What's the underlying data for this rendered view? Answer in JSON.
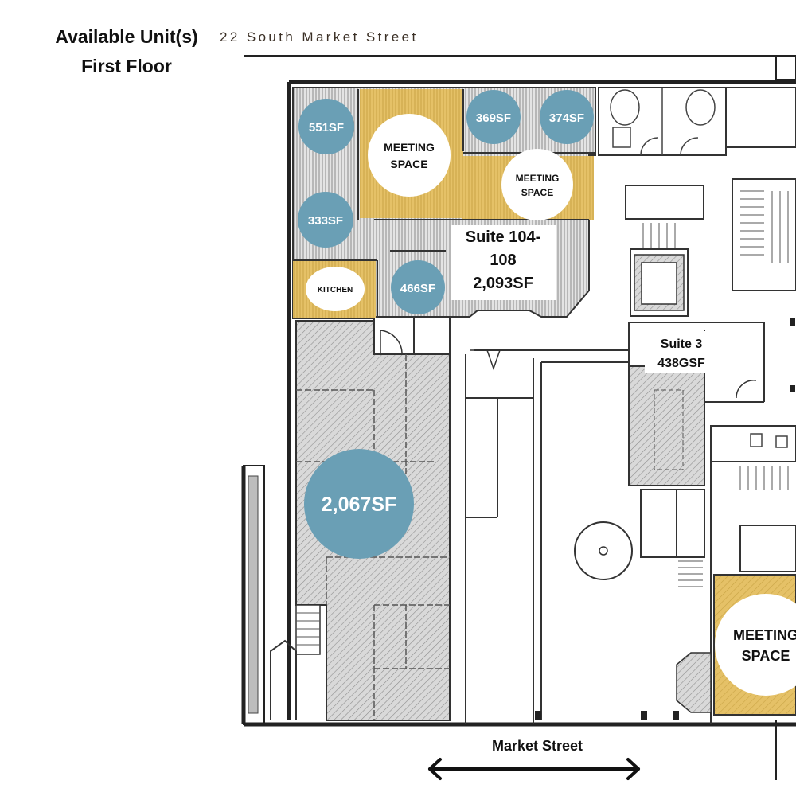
{
  "header": {
    "title_line1": "Available Unit(s)",
    "title_line2": "First Floor",
    "address": "22 South Market Street"
  },
  "colors": {
    "available_blue": "#6a9fb5",
    "meeting_gold": "#e5c167",
    "hatch_gray": "#bdbdbd",
    "wall": "#222222"
  },
  "units": {
    "u551": "551SF",
    "u369": "369SF",
    "u374": "374SF",
    "u333": "333SF",
    "u466": "466SF",
    "u2067": "2,067SF"
  },
  "rooms": {
    "meeting_1": [
      "MEETING",
      "SPACE"
    ],
    "meeting_2": [
      "MEETING",
      "SPACE"
    ],
    "meeting_3": [
      "MEETING",
      "SPACE"
    ],
    "kitchen": "KITCHEN"
  },
  "suites": {
    "suite_104": [
      "Suite 104-",
      "108",
      "2,093SF"
    ],
    "suite_3": [
      "Suite 3",
      "438GSF"
    ]
  },
  "street": {
    "label": "Market Street",
    "icon": "double-arrow-icon"
  }
}
